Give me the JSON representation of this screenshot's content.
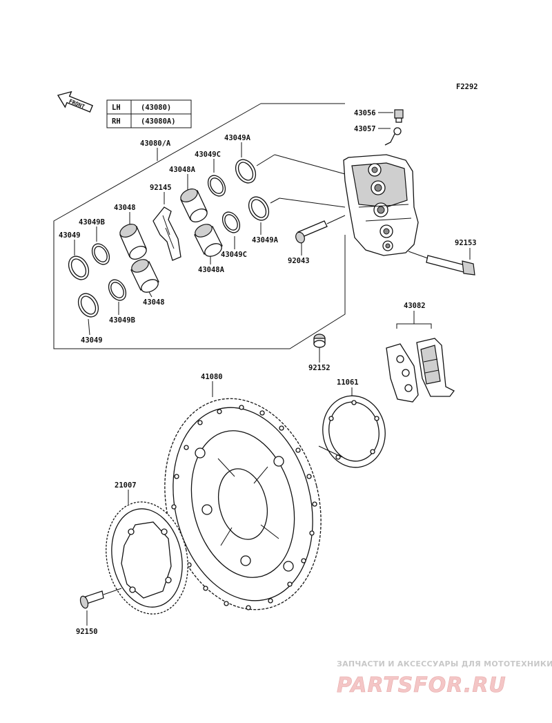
{
  "diagram_code": "F2292",
  "front_label": "FRONT",
  "legend": [
    {
      "side": "LH",
      "part": "(43080)"
    },
    {
      "side": "RH",
      "part": "(43080A)"
    }
  ],
  "parts": {
    "caliper_assy": "43080/A",
    "bleed_valve": "43056",
    "bleed_cap": "43057",
    "piston_a": "43048A",
    "piston": "43048",
    "seal_c": "43049C",
    "seal_a": "43049A",
    "seal_b": "43049B",
    "seal": "43049",
    "pad_spring": "92145",
    "pin": "92043",
    "bolt_caliper": "92153",
    "pad_set": "43082",
    "collar": "92152",
    "disc": "41080",
    "gasket": "11061",
    "sensor_rotor": "21007",
    "bolt_rotor": "92150"
  },
  "watermark": {
    "line1": "ЗАПЧАСТИ И АКСЕССУАРЫ ДЛЯ МОТОТЕХНИКИ",
    "line2": "PARTSFOR.RU"
  }
}
